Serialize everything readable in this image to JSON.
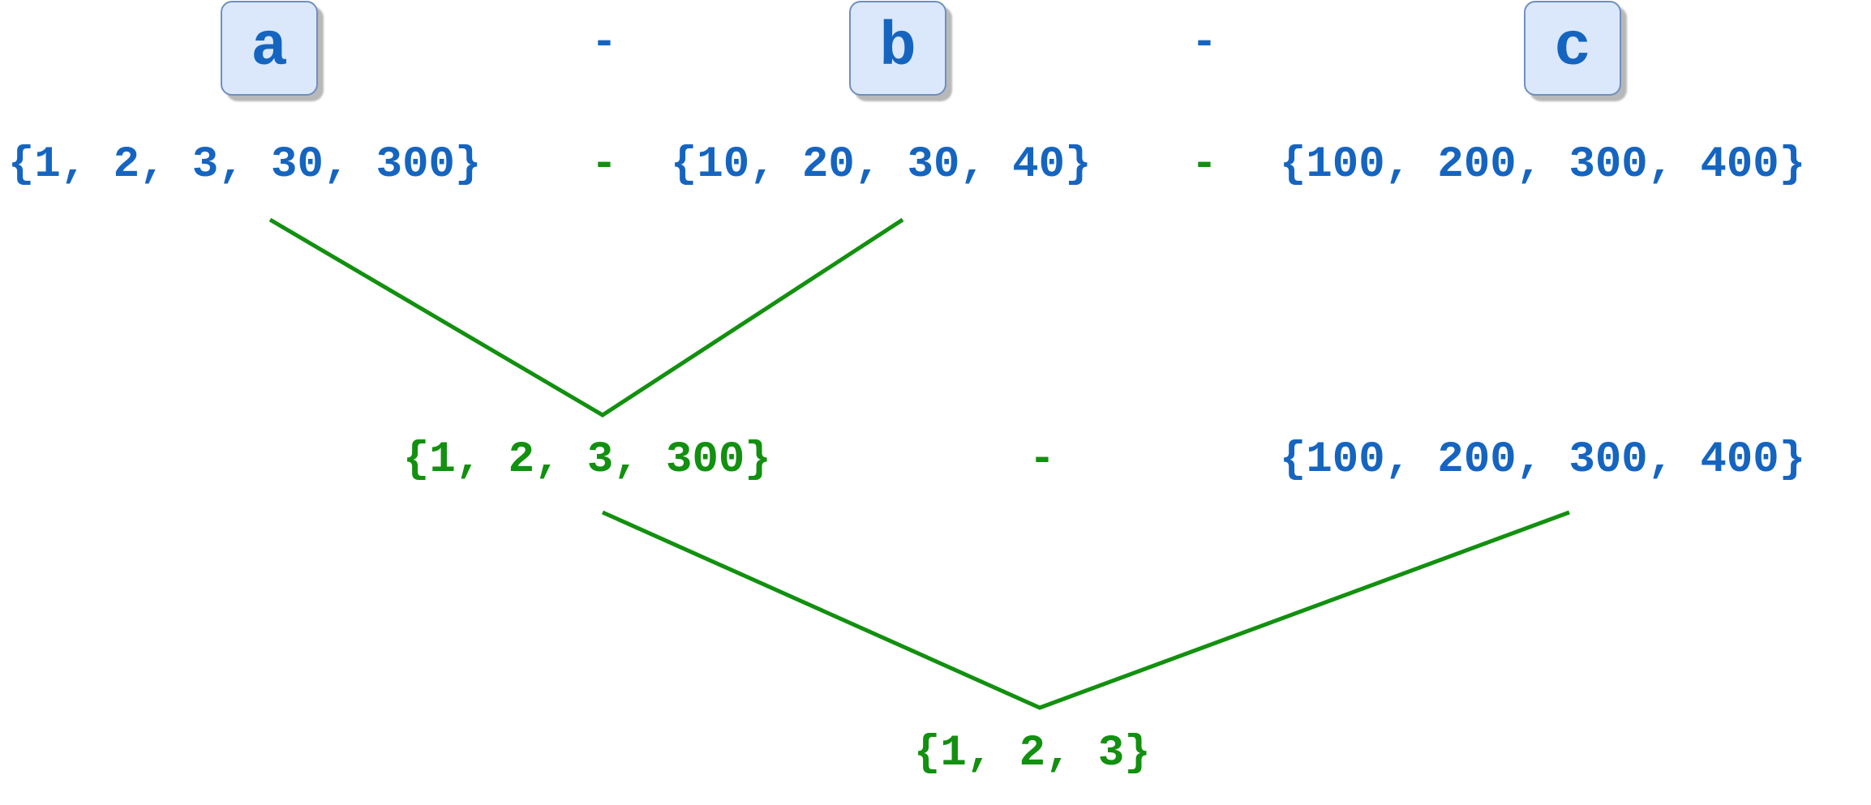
{
  "variables": {
    "a": "a",
    "b": "b",
    "c": "c"
  },
  "operator": "-",
  "row1": {
    "set_a": "{1, 2, 3, 30, 300}",
    "set_b": "{10, 20, 30, 40}",
    "set_c": "{100, 200, 300, 400}"
  },
  "row2": {
    "result_ab": "{1, 2, 3, 300}",
    "set_c": "{100, 200, 300, 400}"
  },
  "row3": {
    "final_result": "{1, 2, 3}"
  },
  "colors": {
    "operand": "#1565c0",
    "result": "#12900f",
    "box_fill": "#dbe8fb",
    "box_border": "#6f8fc0"
  }
}
